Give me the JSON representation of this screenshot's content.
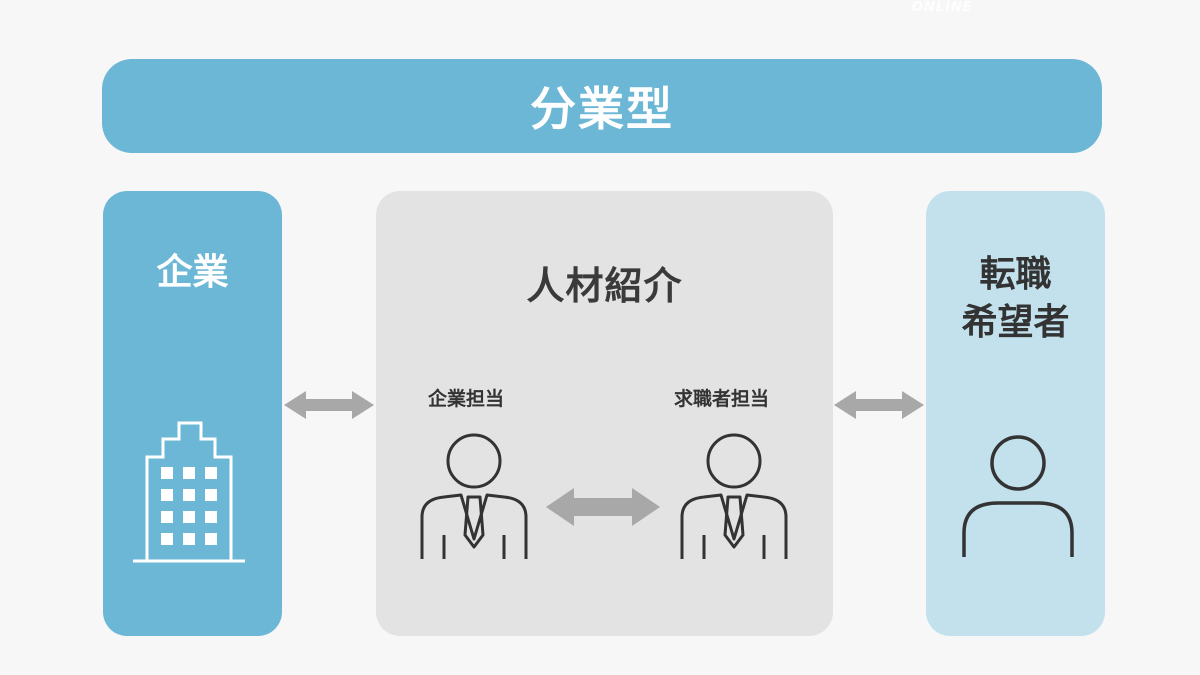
{
  "watermark": "ONLINE",
  "banner": {
    "title": "分業型"
  },
  "company": {
    "title": "企業",
    "icon": "office-building-icon"
  },
  "agency": {
    "title": "人材紹介",
    "roles": [
      {
        "label": "企業担当",
        "icon": "businessperson-icon"
      },
      {
        "label": "求職者担当",
        "icon": "businessperson-icon"
      }
    ]
  },
  "seeker": {
    "title": "転職\n希望者",
    "icon": "person-icon"
  },
  "colors": {
    "background": "#f7f7f8",
    "accent_blue": "#6cb7d5",
    "light_blue": "#c3e1ed",
    "agency_gray": "#e3e3e3",
    "arrow_gray": "#a8a8a8",
    "icon_stroke": "#333333"
  }
}
